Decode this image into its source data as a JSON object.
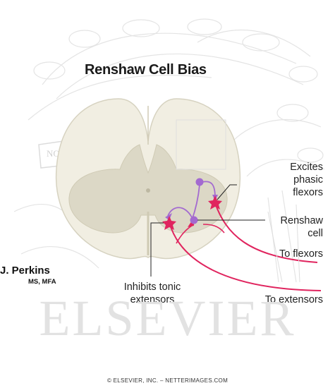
{
  "title": "Renshaw Cell Bias",
  "labels": {
    "excites_line1": "Excites",
    "excites_line2": "phasic",
    "excites_line3": "flexors",
    "renshaw_line1": "Renshaw",
    "renshaw_line2": "cell",
    "to_flexors": "To flexors",
    "to_extensors": "To extensors",
    "inhibits_line1": "Inhibits tonic",
    "inhibits_line2": "extensors"
  },
  "signature": {
    "name": "J. Perkins",
    "credentials": "MS, MFA"
  },
  "watermark": {
    "brand": "ELSEVIER",
    "motto": "NON SOLUS"
  },
  "copyright": "© ELSEVIER, INC. – NETTERIMAGES.COM",
  "colors": {
    "axon_red": "#e0245e",
    "renshaw_purple": "#a36ad0",
    "white_matter": "#f1eee2",
    "gray_matter": "#dcd8c6"
  }
}
